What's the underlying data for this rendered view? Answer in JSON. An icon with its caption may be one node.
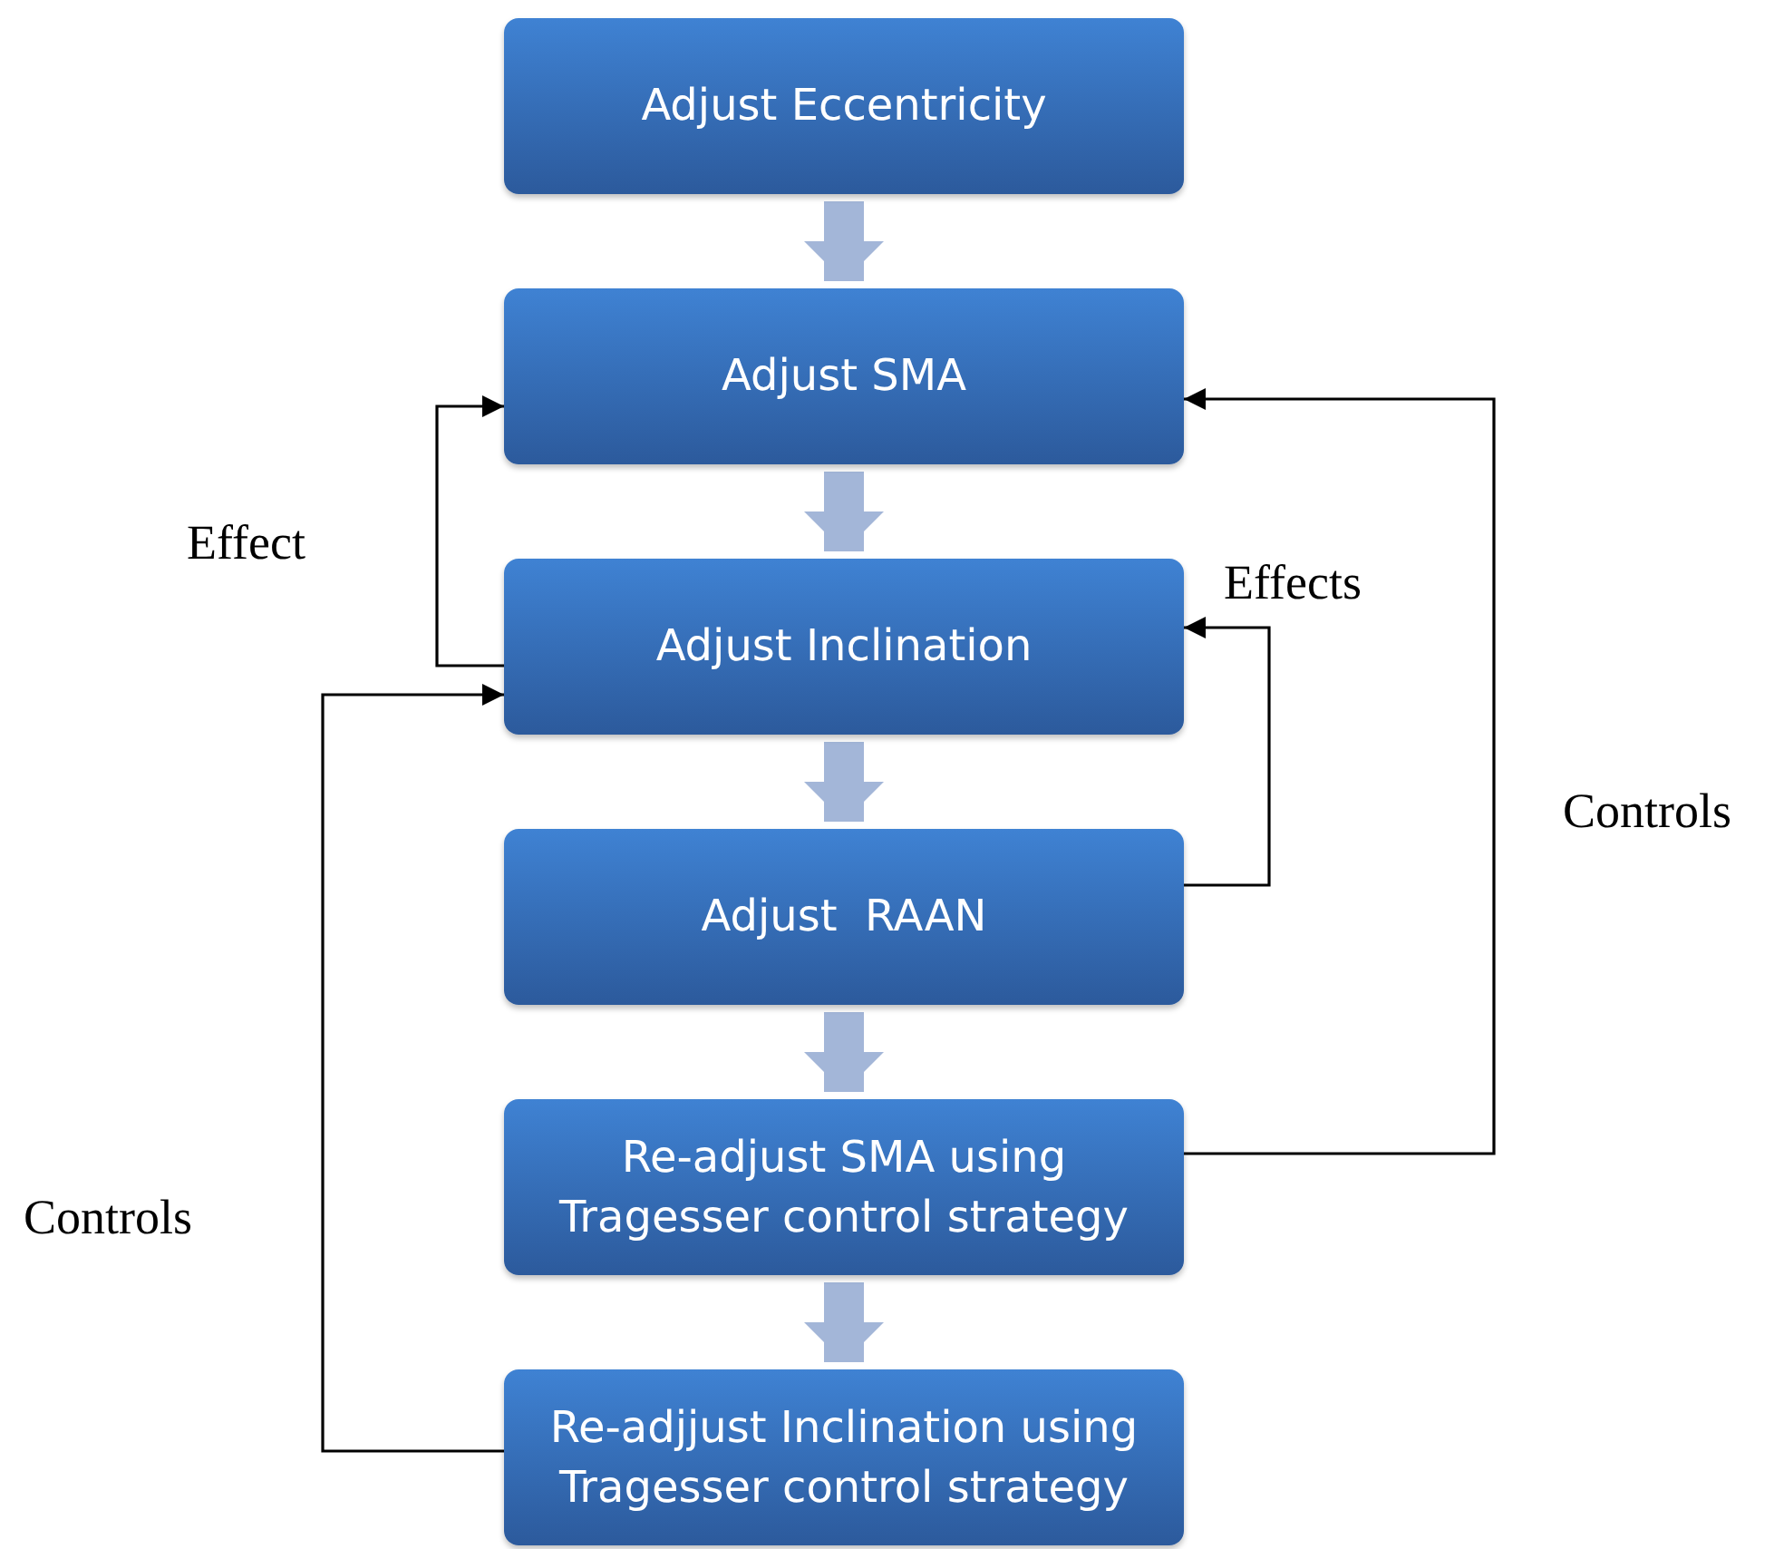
{
  "diagram": {
    "nodes": [
      {
        "text": [
          "Adjust Eccentricity"
        ]
      },
      {
        "text": [
          "Adjust SMA"
        ]
      },
      {
        "text": [
          "Adjust Inclination"
        ]
      },
      {
        "text": [
          "Adjust  RAAN"
        ]
      },
      {
        "text": [
          "Re-adjust SMA using Tragesser control strategy"
        ]
      },
      {
        "text": [
          "Re-adjjust Inclination using Tragesser control strategy"
        ]
      }
    ],
    "edges": [
      {
        "from": 0,
        "to": 1,
        "arrow": "to"
      },
      {
        "from": 1,
        "to": 2,
        "arrow": "to"
      },
      {
        "from": 2,
        "to": 3,
        "arrow": "to"
      },
      {
        "from": 3,
        "to": 4,
        "arrow": "to"
      },
      {
        "from": 4,
        "to": 5,
        "arrow": "to"
      },
      {
        "from": 2,
        "to": 1,
        "arrow": "to",
        "label": "Effect",
        "color": "#000000"
      },
      {
        "from": 3,
        "to": 2,
        "arrow": "to",
        "label": "Effects",
        "color": "#000000"
      },
      {
        "from": 4,
        "to": 1,
        "arrow": "to",
        "label": "Controls",
        "color": "#000000"
      },
      {
        "from": 5,
        "to": 2,
        "arrow": "to",
        "label": "Controls",
        "color": "#000000"
      }
    ]
  }
}
